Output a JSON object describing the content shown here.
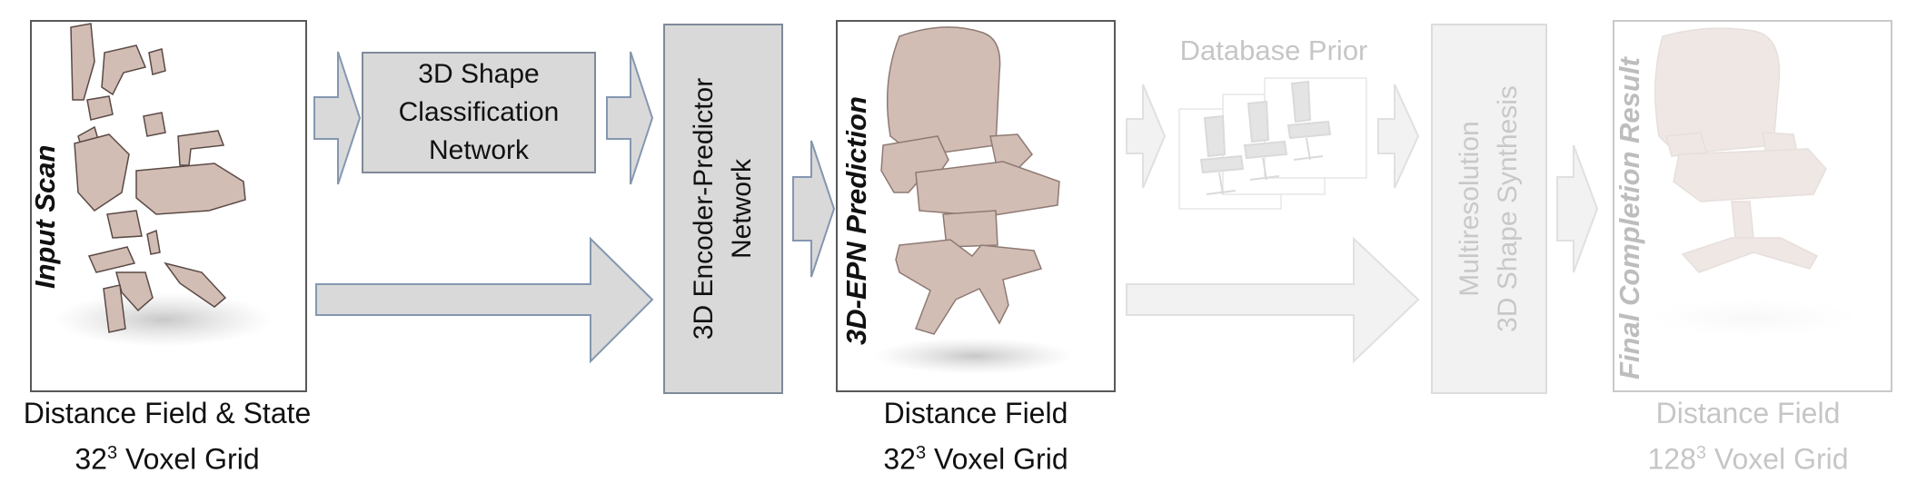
{
  "input_scan": {
    "label": "Input Scan",
    "caption_line1": "Distance Field & State",
    "caption_line2_base": "32",
    "caption_line2_sup": "3",
    "caption_line2_rest": " Voxel Grid"
  },
  "classification_box": {
    "text": "3D Shape\nClassification\nNetwork"
  },
  "encoder_box": {
    "text": "3D Encoder-Predictor\nNetwork"
  },
  "epn_prediction": {
    "label": "3D-EPN Prediction",
    "caption_line1": "Distance Field",
    "caption_line2_base": "32",
    "caption_line2_sup": "3",
    "caption_line2_rest": " Voxel Grid"
  },
  "database_prior": {
    "title": "Database Prior"
  },
  "synthesis_box": {
    "text": "Multiresolution\n3D Shape Synthesis"
  },
  "final_result": {
    "label": "Final Completion Result",
    "caption_line1": "Distance Field",
    "caption_line2_base": "128",
    "caption_line2_sup": "3",
    "caption_line2_rest": " Voxel Grid"
  },
  "colors": {
    "box_fill": "#d9d9d9",
    "box_border": "#7f8a99",
    "arrow_fill": "#d9d9d9",
    "arrow_border": "#8497b0",
    "faded_fill": "#f2f2f2",
    "faded_border": "#e0e0e0",
    "chair": "#d2bdb5",
    "faded_text": "#c6c6c6"
  }
}
